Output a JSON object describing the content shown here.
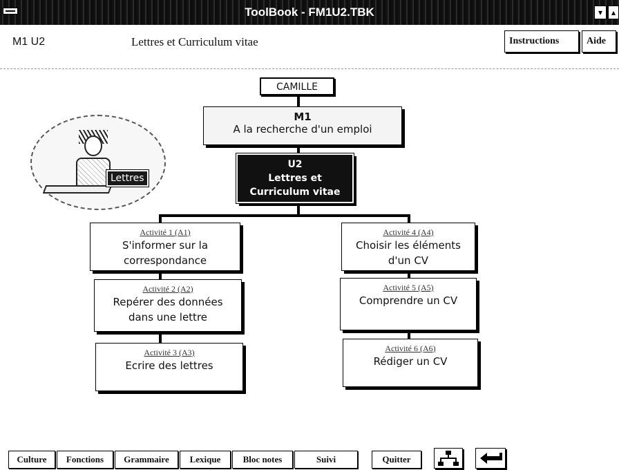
{
  "window": {
    "title": "ToolBook - FM1U2.TBK",
    "minimize_glyph": "▾",
    "maximize_glyph": "▴"
  },
  "header": {
    "unit_code": "M1 U2",
    "unit_title": "Lettres et Curriculum vitae",
    "instructions_label": "Instructions",
    "help_label": "Aide"
  },
  "badge": {
    "label": "Lettres"
  },
  "tree": {
    "user": "CAMILLE",
    "module": {
      "code": "M1",
      "name": "A la recherche d'un emploi"
    },
    "unit": {
      "code": "U2",
      "line1": "Lettres et",
      "line2": "Curriculum vitae"
    },
    "activities": [
      {
        "label": "Activité 1 (A1)",
        "line1": "S'informer sur la",
        "line2": "correspondance"
      },
      {
        "label": "Activité 2 (A2)",
        "line1": "Repérer des données",
        "line2": "dans une lettre"
      },
      {
        "label": "Activité 3 (A3)",
        "line1": "Ecrire des lettres",
        "line2": ""
      },
      {
        "label": "Activité 4 (A4)",
        "line1": "Choisir les éléments",
        "line2": "d'un CV"
      },
      {
        "label": "Activité 5 (A5)",
        "line1": "Comprendre un CV",
        "line2": ""
      },
      {
        "label": "Activité 6 (A6)",
        "line1": "Rédiger un CV",
        "line2": ""
      }
    ]
  },
  "footer": {
    "culture": "Culture",
    "fonctions": "Fonctions",
    "grammaire": "Grammaire",
    "lexique": "Lexique",
    "bloc_notes": "Bloc notes",
    "suivi": "Suivi",
    "quitter": "Quitter",
    "hierarchy_icon": "hierarchy-icon",
    "return_icon": "return-arrow-icon"
  }
}
